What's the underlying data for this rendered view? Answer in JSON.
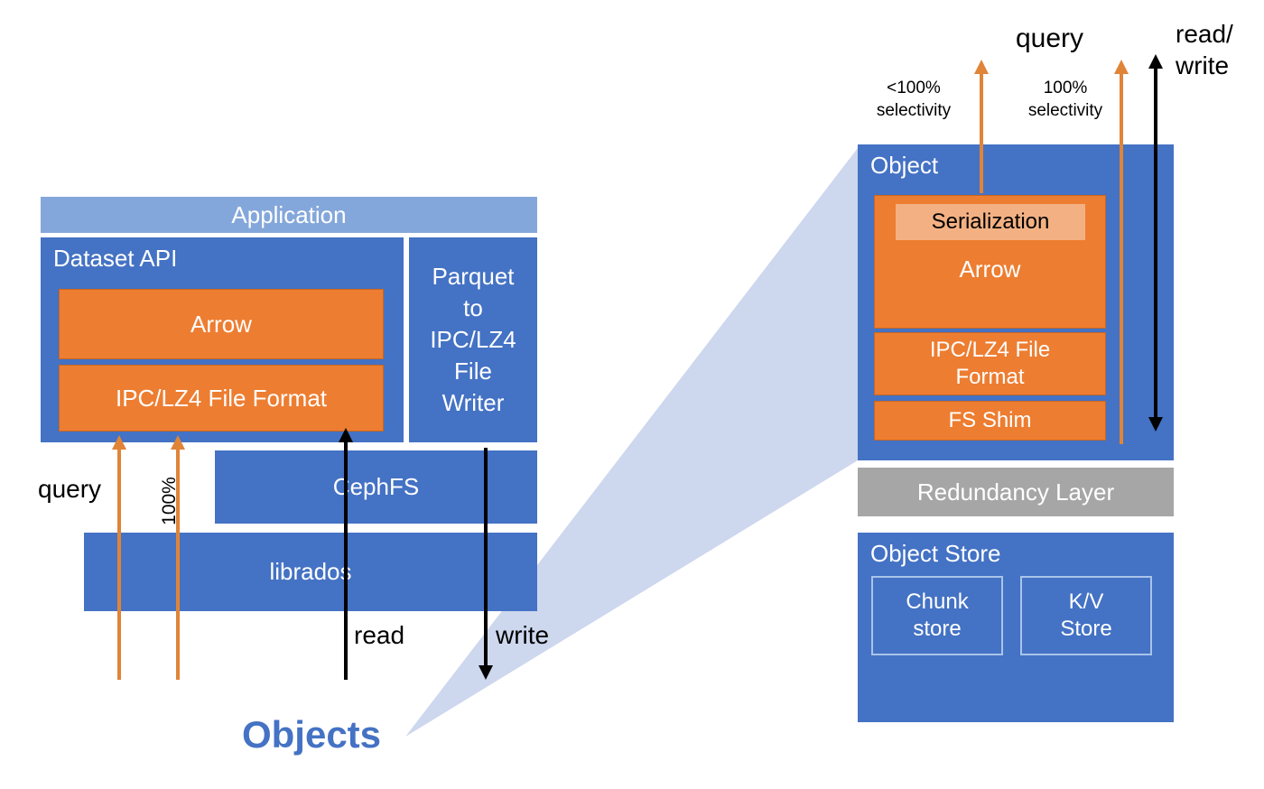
{
  "colors": {
    "blue": "#4472C4",
    "light_blue": "#84A7DB",
    "orange": "#ED7D31",
    "orange_border": "#C9661F",
    "orange_light": "#F3B183",
    "gray": "#A6A6A6",
    "inner_border": "#A9C4EA",
    "cone": "#CDD7EE",
    "arrow_orange": "#E08438",
    "arrow_black": "#000000"
  },
  "left": {
    "application_label": "Application",
    "dataset_api_label": "Dataset API",
    "arrow_label": "Arrow",
    "ipc_label": "IPC/LZ4 File Format",
    "parquet_label": "Parquet\nto\nIPC/LZ4\nFile\nWriter",
    "cephfs_label": "CephFS",
    "librados_label": "librados",
    "query_label": "query",
    "selectivity_label": "100%",
    "read_label": "read",
    "write_label": "write",
    "objects_label": "Objects"
  },
  "right": {
    "object_label": "Object",
    "serialization_label": "Serialization",
    "arrow_label": "Arrow",
    "ipc_label": "IPC/LZ4 File\nFormat",
    "fs_shim_label": "FS Shim",
    "redundancy_label": "Redundancy Layer",
    "object_store_label": "Object Store",
    "chunk_store_label": "Chunk\nstore",
    "kv_store_label": "K/V\nStore",
    "query_label": "query",
    "lt_selectivity_label": "<100%\nselectivity",
    "full_selectivity_label": "100%\nselectivity",
    "read_write_label": "read/\nwrite"
  }
}
